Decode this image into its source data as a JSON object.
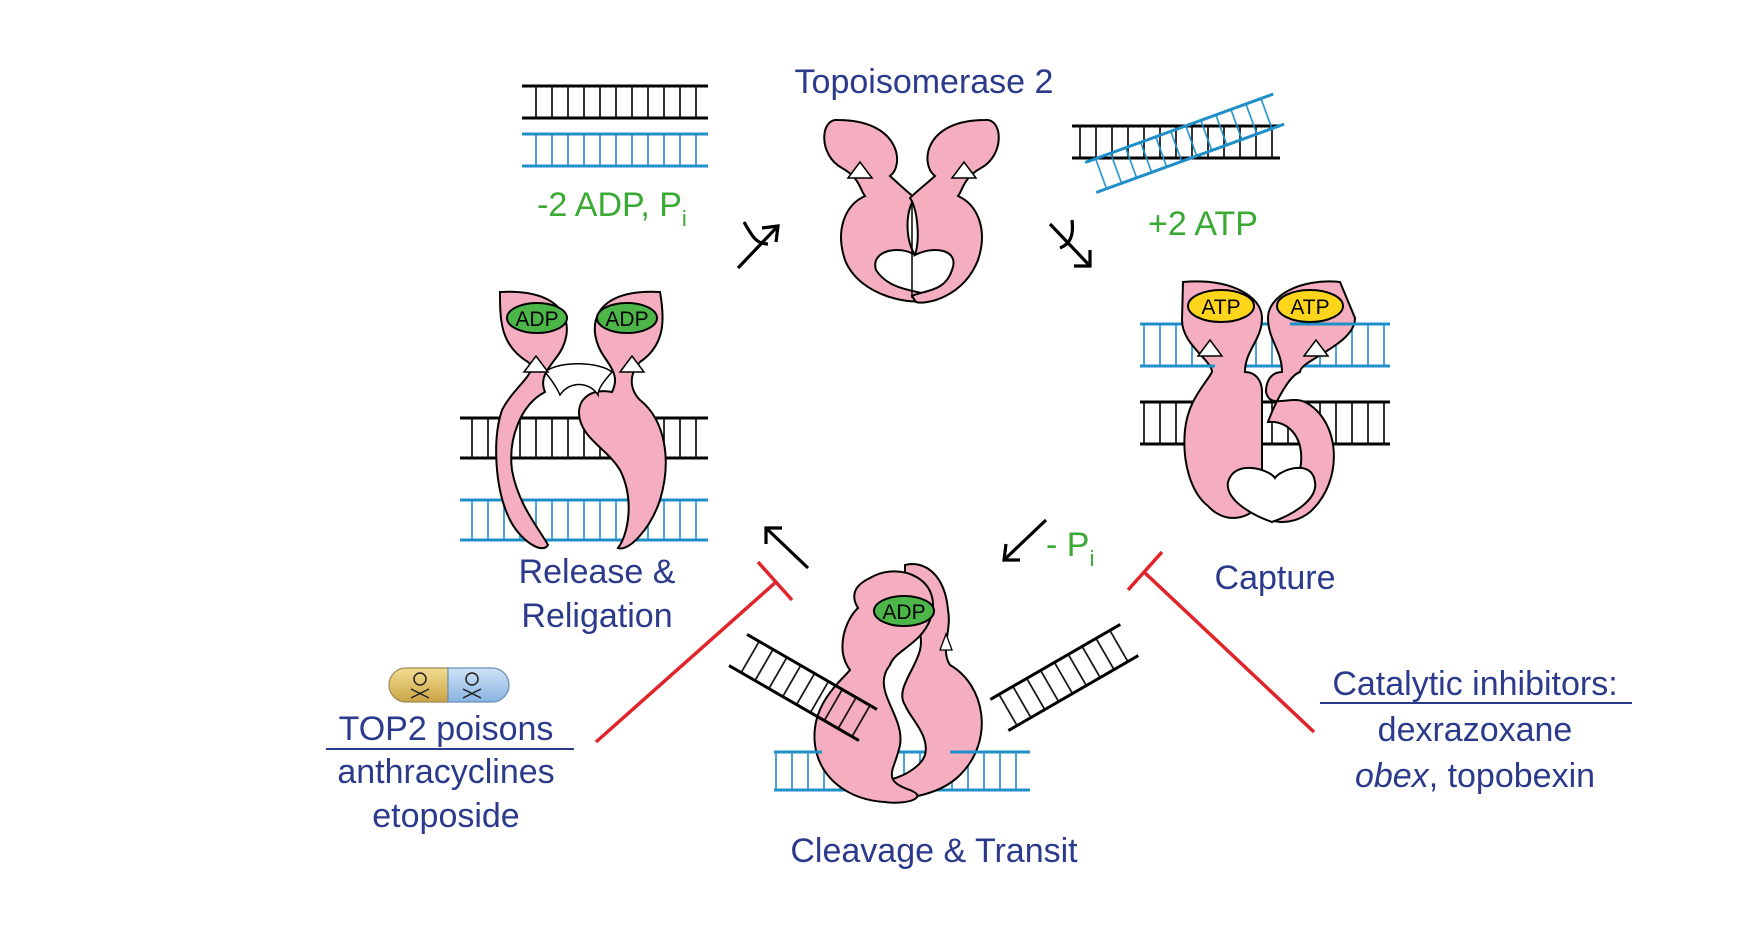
{
  "title": "Topoisomerase 2",
  "states": {
    "capture": "Capture",
    "cleavage": "Cleavage & Transit",
    "release_line1": "Release &",
    "release_line2": "Religation"
  },
  "cofactors": {
    "atp_in": "+2 ATP",
    "pi_out_prefix": "- P",
    "pi_out_sub": "i",
    "adp_out_prefix": "-2 ADP, P",
    "adp_out_sub": "i"
  },
  "badges": {
    "atp": "ATP",
    "adp": "ADP"
  },
  "poisons": {
    "heading": "TOP2 poisons",
    "items": [
      "anthracyclines",
      "etoposide"
    ]
  },
  "inhibitors": {
    "heading": "Catalytic inhibitors:",
    "item1": "dexrazoxane",
    "item2_italic": "obex",
    "item2_rest": ", topobexin"
  },
  "colors": {
    "protein": "#f4aebf",
    "dna_gate": "#000000",
    "dna_transport": "#1f8fc8",
    "label_blue": "#2c3a8c",
    "label_green": "#3aaa35",
    "inhibition": "#e0242a",
    "atp_badge": "#ffd51c",
    "adp_badge": "#4cb648"
  }
}
